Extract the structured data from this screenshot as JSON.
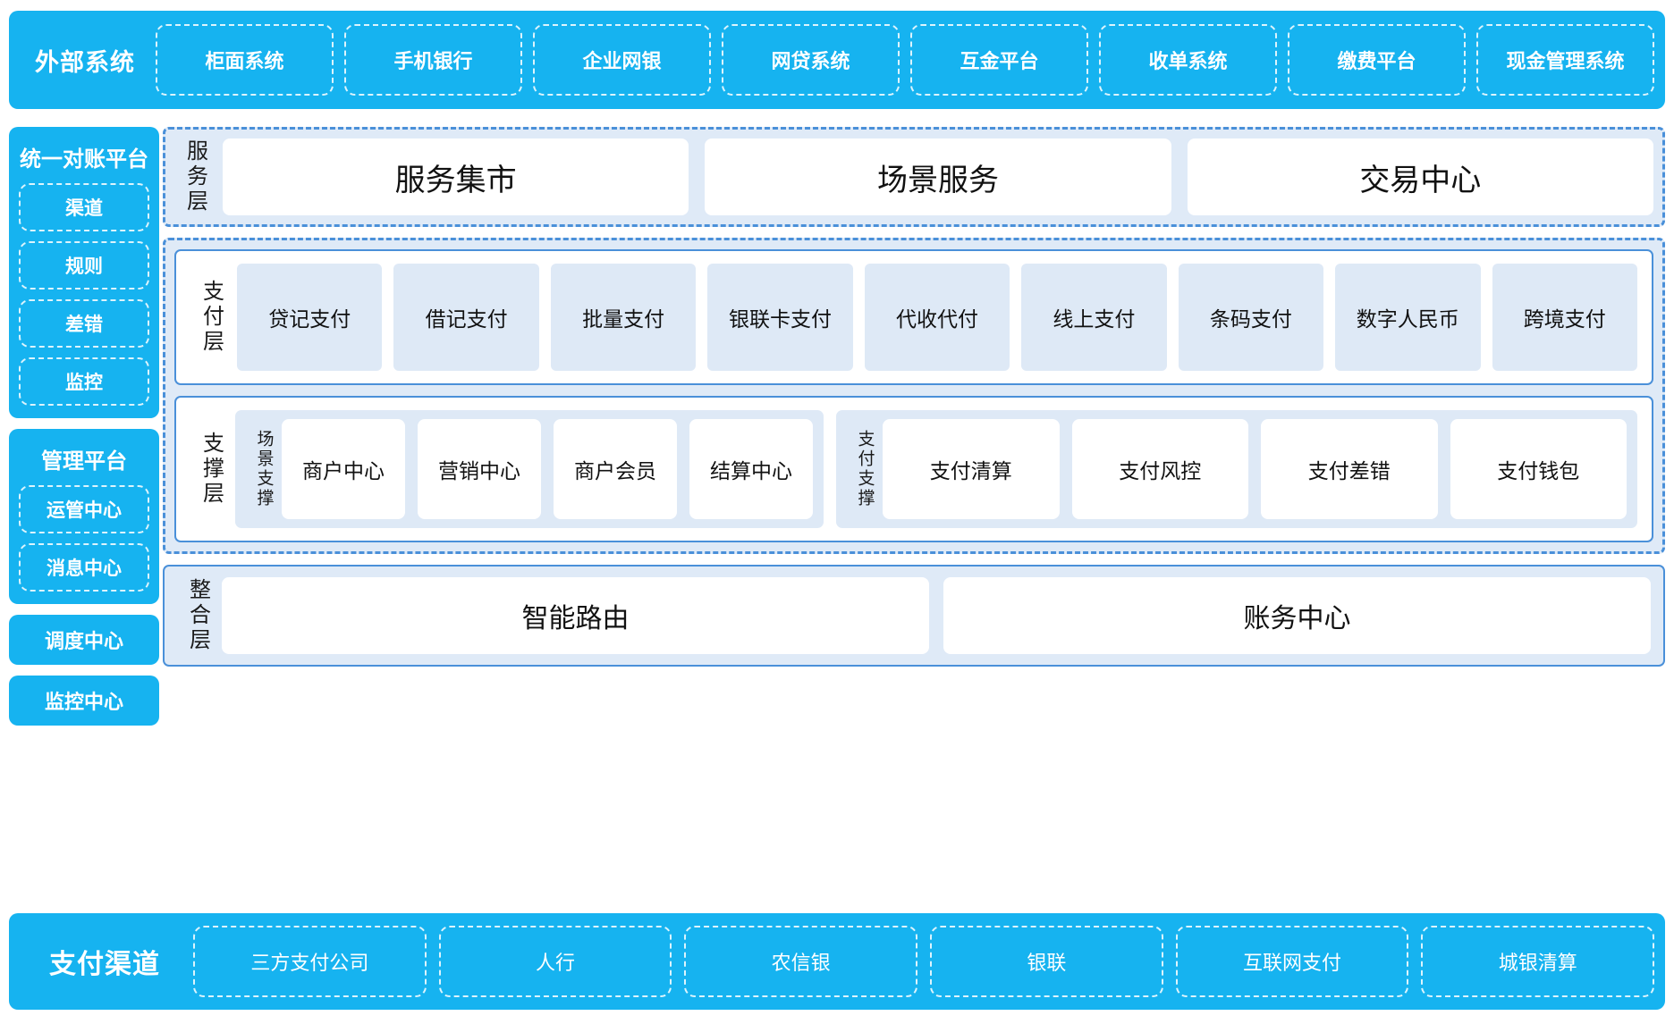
{
  "external": {
    "title": "外部系统",
    "items": [
      "柜面系统",
      "手机银行",
      "企业网银",
      "网贷系统",
      "互金平台",
      "收单系统",
      "缴费平台",
      "现金管理系统"
    ]
  },
  "sidebar": {
    "panels": [
      {
        "title": "统一对账平台",
        "items": [
          "渠道",
          "规则",
          "差错",
          "监控"
        ]
      },
      {
        "title": "管理平台",
        "items": [
          "运管中心",
          "消息中心"
        ]
      }
    ],
    "solo": [
      "调度中心",
      "监控中心"
    ]
  },
  "service_layer": {
    "label": "服务层",
    "cards": [
      "服务集市",
      "场景服务",
      "交易中心"
    ]
  },
  "payment_layer": {
    "label": "支付层",
    "tiles": [
      "贷记支付",
      "借记支付",
      "批量支付",
      "银联卡支付",
      "代收代付",
      "线上支付",
      "条码支付",
      "数字人民币",
      "跨境支付"
    ]
  },
  "support_layer": {
    "label": "支撑层",
    "groups": [
      {
        "label": "场景支撑",
        "cards": [
          "商户中心",
          "营销中心",
          "商户会员",
          "结算中心"
        ]
      },
      {
        "label": "支付支撑",
        "cards": [
          "支付清算",
          "支付风控",
          "支付差错",
          "支付钱包"
        ]
      }
    ]
  },
  "integration_layer": {
    "label": "整合层",
    "cards": [
      "智能路由",
      "账务中心"
    ]
  },
  "channels": {
    "title": "支付渠道",
    "items": [
      "三方支付公司",
      "人行",
      "农信银",
      "银联",
      "互联网支付",
      "城银清算"
    ]
  },
  "colors": {
    "brand_blue": "#16b3f0",
    "panel_fill": "#dfeaf7",
    "tile_fill": "#dee9f6",
    "border_blue": "#4a90d9"
  }
}
